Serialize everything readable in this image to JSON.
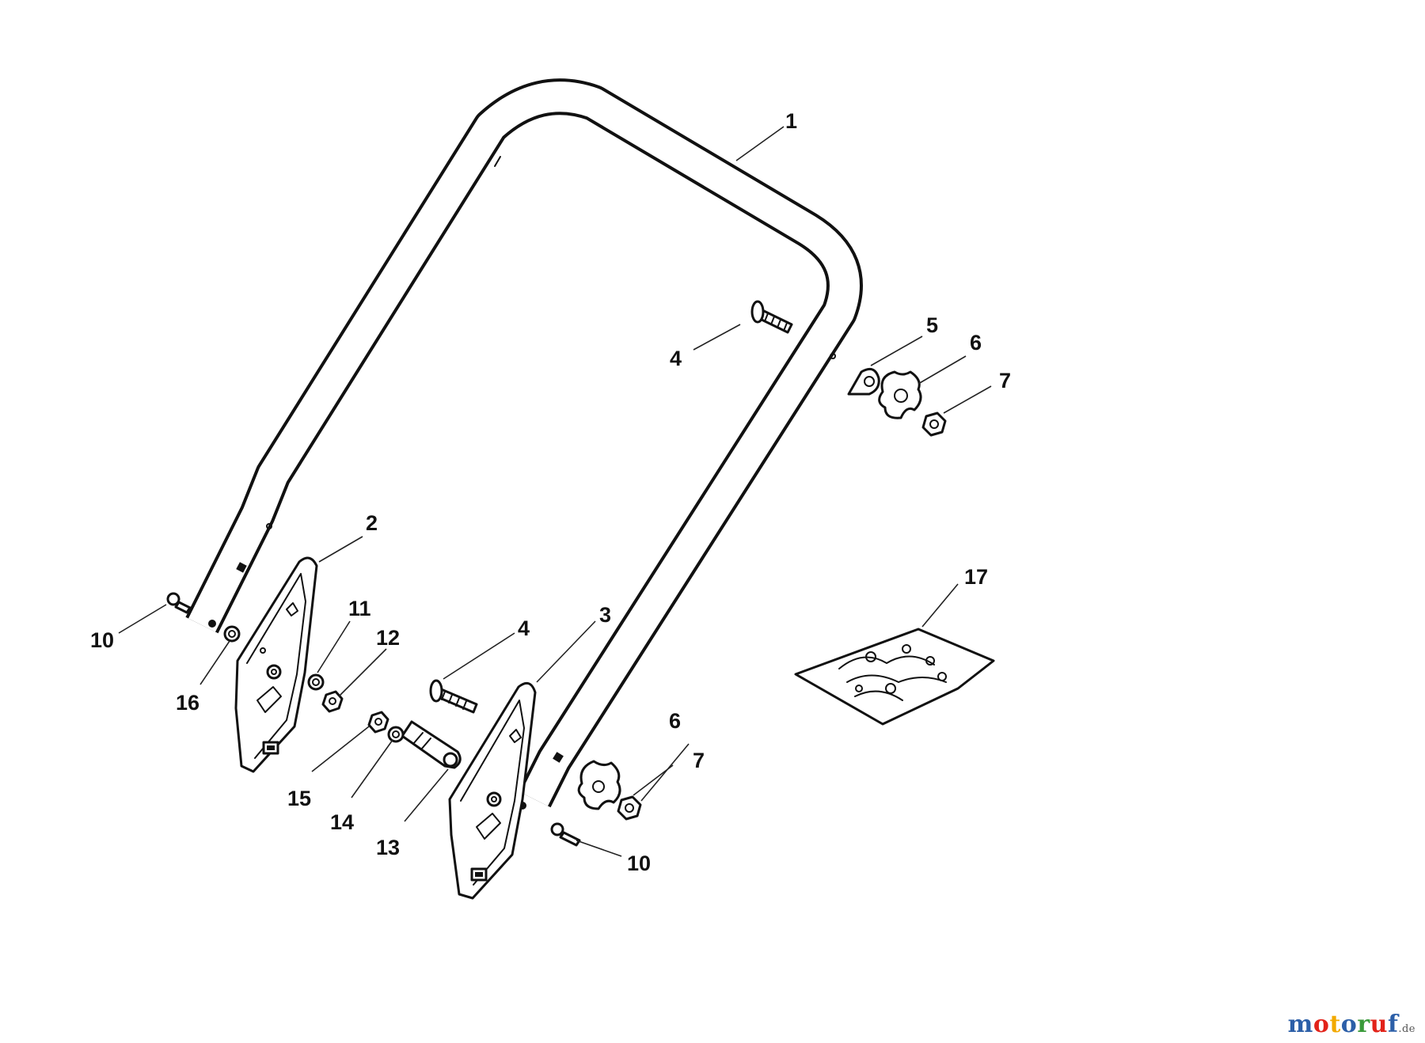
{
  "diagram": {
    "callouts": [
      "1",
      "2",
      "3",
      "4",
      "4",
      "5",
      "6",
      "6",
      "7",
      "7",
      "10",
      "10",
      "11",
      "12",
      "13",
      "14",
      "15",
      "16",
      "17"
    ]
  },
  "watermark": {
    "letters": [
      "m",
      "o",
      "t",
      "o",
      "r",
      "u",
      "f"
    ],
    "letter_colors": [
      "#2c5fa8",
      "#e2231a",
      "#f2a900",
      "#2c5fa8",
      "#3a9a3a",
      "#e2231a",
      "#2c5fa8"
    ],
    "tld": ".de"
  }
}
